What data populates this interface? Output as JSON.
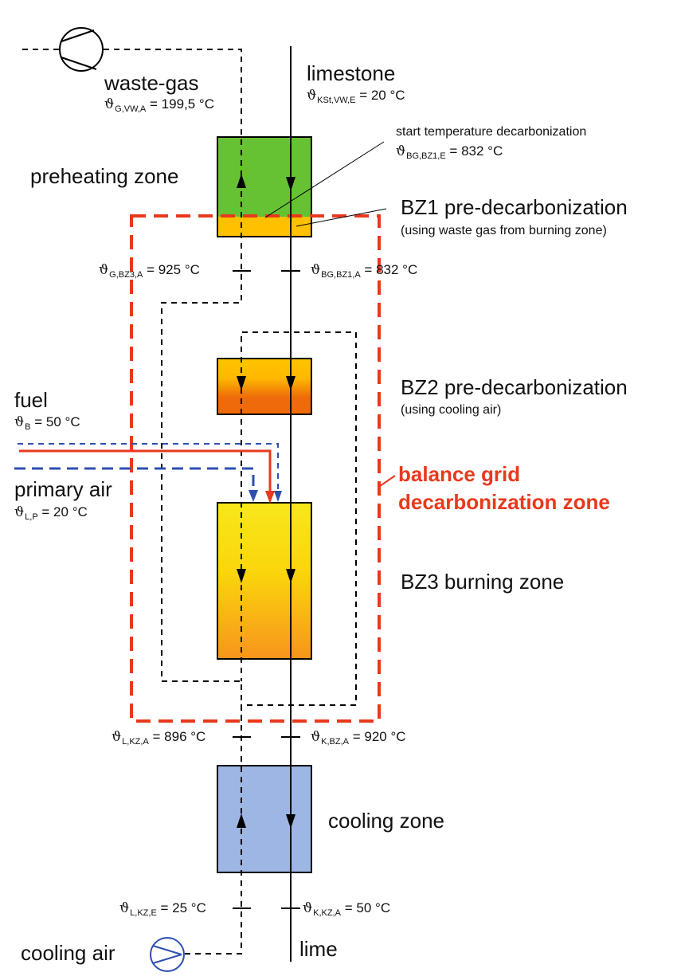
{
  "title": "Balance grid decarbonization zone of a lime shaft kiln",
  "colors": {
    "preheating_zone": "#66c232",
    "bz1_band": "#ffc000",
    "bz2_top": "#ffc400",
    "bz2_bottom": "#ee6a0a",
    "bz3_top": "#f8e71c",
    "bz3_bottom": "#f7941d",
    "cooling_zone": "#9eb6e4",
    "balance_grid": "#e8391c",
    "fuel_line": "#e8391c",
    "air_line": "#2e4fb0",
    "gas_line": "#000000"
  },
  "streams": {
    "waste_gas": {
      "label": "waste-gas",
      "symbol": "ϑ",
      "sub": "G,VW,A",
      "value": "= 199,5 °C"
    },
    "limestone": {
      "label": "limestone",
      "symbol": "ϑ",
      "sub": "KSt,VW,E",
      "value": "= 20 °C"
    },
    "fuel": {
      "label": "fuel",
      "symbol": "ϑ",
      "sub": "B",
      "value": "= 50 °C"
    },
    "primary_air": {
      "label": "primary air",
      "symbol": "ϑ",
      "sub": "L,P",
      "value": "= 20 °C"
    },
    "cooling_air": {
      "label": "cooling air"
    },
    "lime": {
      "label": "lime"
    }
  },
  "annotations": {
    "start_temp": {
      "label": "start temperature decarbonization",
      "symbol": "ϑ",
      "sub": "BG,BZ1,E",
      "value": "= 832 °C"
    }
  },
  "zones": {
    "preheating": {
      "label": "preheating zone"
    },
    "bz1": {
      "label": "BZ1 pre-decarbonization",
      "note": "(using waste gas from burning zone)"
    },
    "bz2": {
      "label": "BZ2 pre-decarbonization",
      "note": "(using cooling air)"
    },
    "bz3": {
      "label": "BZ3 burning zone"
    },
    "cooling": {
      "label": "cooling zone"
    },
    "balance_grid": {
      "line1": "balance grid",
      "line2": "decarbonization zone"
    }
  },
  "temperatures": {
    "g_bz3_a": {
      "symbol": "ϑ",
      "sub": "G,BZ3,A",
      "value": "= 925 °C"
    },
    "bg_bz1_a": {
      "symbol": "ϑ",
      "sub": "BG,BZ1,A",
      "value": "= 832 °C"
    },
    "l_kz_a": {
      "symbol": "ϑ",
      "sub": "L,KZ,A",
      "value": "= 896 °C"
    },
    "k_bz_a": {
      "symbol": "ϑ",
      "sub": "K,BZ,A",
      "value": "= 920 °C"
    },
    "l_kz_e": {
      "symbol": "ϑ",
      "sub": "L,KZ,E",
      "value": "= 25 °C"
    },
    "k_kz_a": {
      "symbol": "ϑ",
      "sub": "K,KZ,A",
      "value": "= 50 °C"
    }
  },
  "icons": {
    "waste_gas_fan": "fan-icon",
    "cooling_air_fan": "fan-icon"
  }
}
